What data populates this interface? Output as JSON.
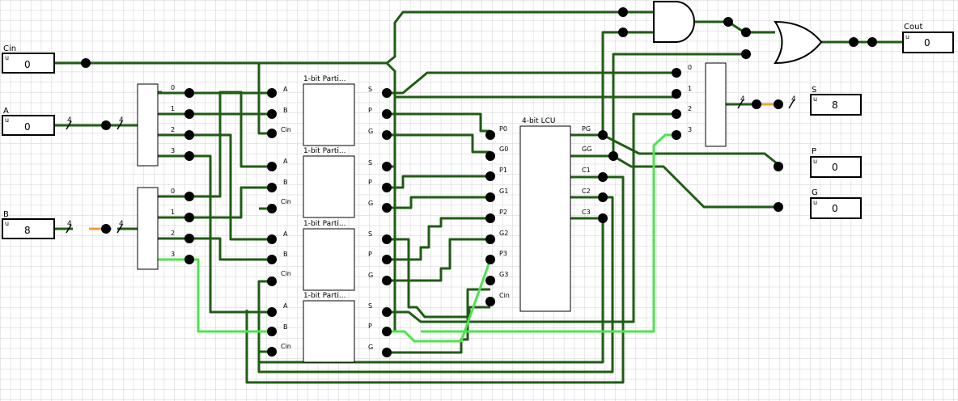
{
  "colors": {
    "wire_dark": "#1f5c14",
    "wire_bright": "#4ee34e",
    "bus_orange": "#f0a030",
    "grid": "#cfcfcf",
    "component_stroke": "#000000",
    "component_fill": "#ffffff",
    "label": "#000000"
  },
  "pins": {
    "cin": {
      "label": "Cin",
      "radix": "u",
      "value": "0"
    },
    "a": {
      "label": "A",
      "radix": "u",
      "value": "0"
    },
    "b": {
      "label": "B",
      "radix": "u",
      "value": "8"
    },
    "cout": {
      "label": "Cout",
      "radix": "u",
      "value": "0"
    },
    "s": {
      "label": "S",
      "radix": "u",
      "value": "8"
    },
    "p": {
      "label": "P",
      "radix": "u",
      "value": "0"
    },
    "g": {
      "label": "G",
      "radix": "u",
      "value": "0"
    }
  },
  "bus_width": "4",
  "splitter_bits": [
    "0",
    "1",
    "2",
    "3"
  ],
  "adder_title": "1-bit Parti...",
  "adder_inputs": [
    "A",
    "B",
    "Cin"
  ],
  "adder_outputs": [
    "S",
    "P",
    "G"
  ],
  "lcu": {
    "title": "4-bit LCU",
    "inputs": [
      "P0",
      "G0",
      "P1",
      "G1",
      "P2",
      "G2",
      "P3",
      "G3",
      "Cin"
    ],
    "outputs": [
      "PG",
      "GG",
      "C1",
      "C2",
      "C3"
    ]
  },
  "icons": [
    "and-gate-icon",
    "or-gate-icon",
    "splitter-icon"
  ]
}
